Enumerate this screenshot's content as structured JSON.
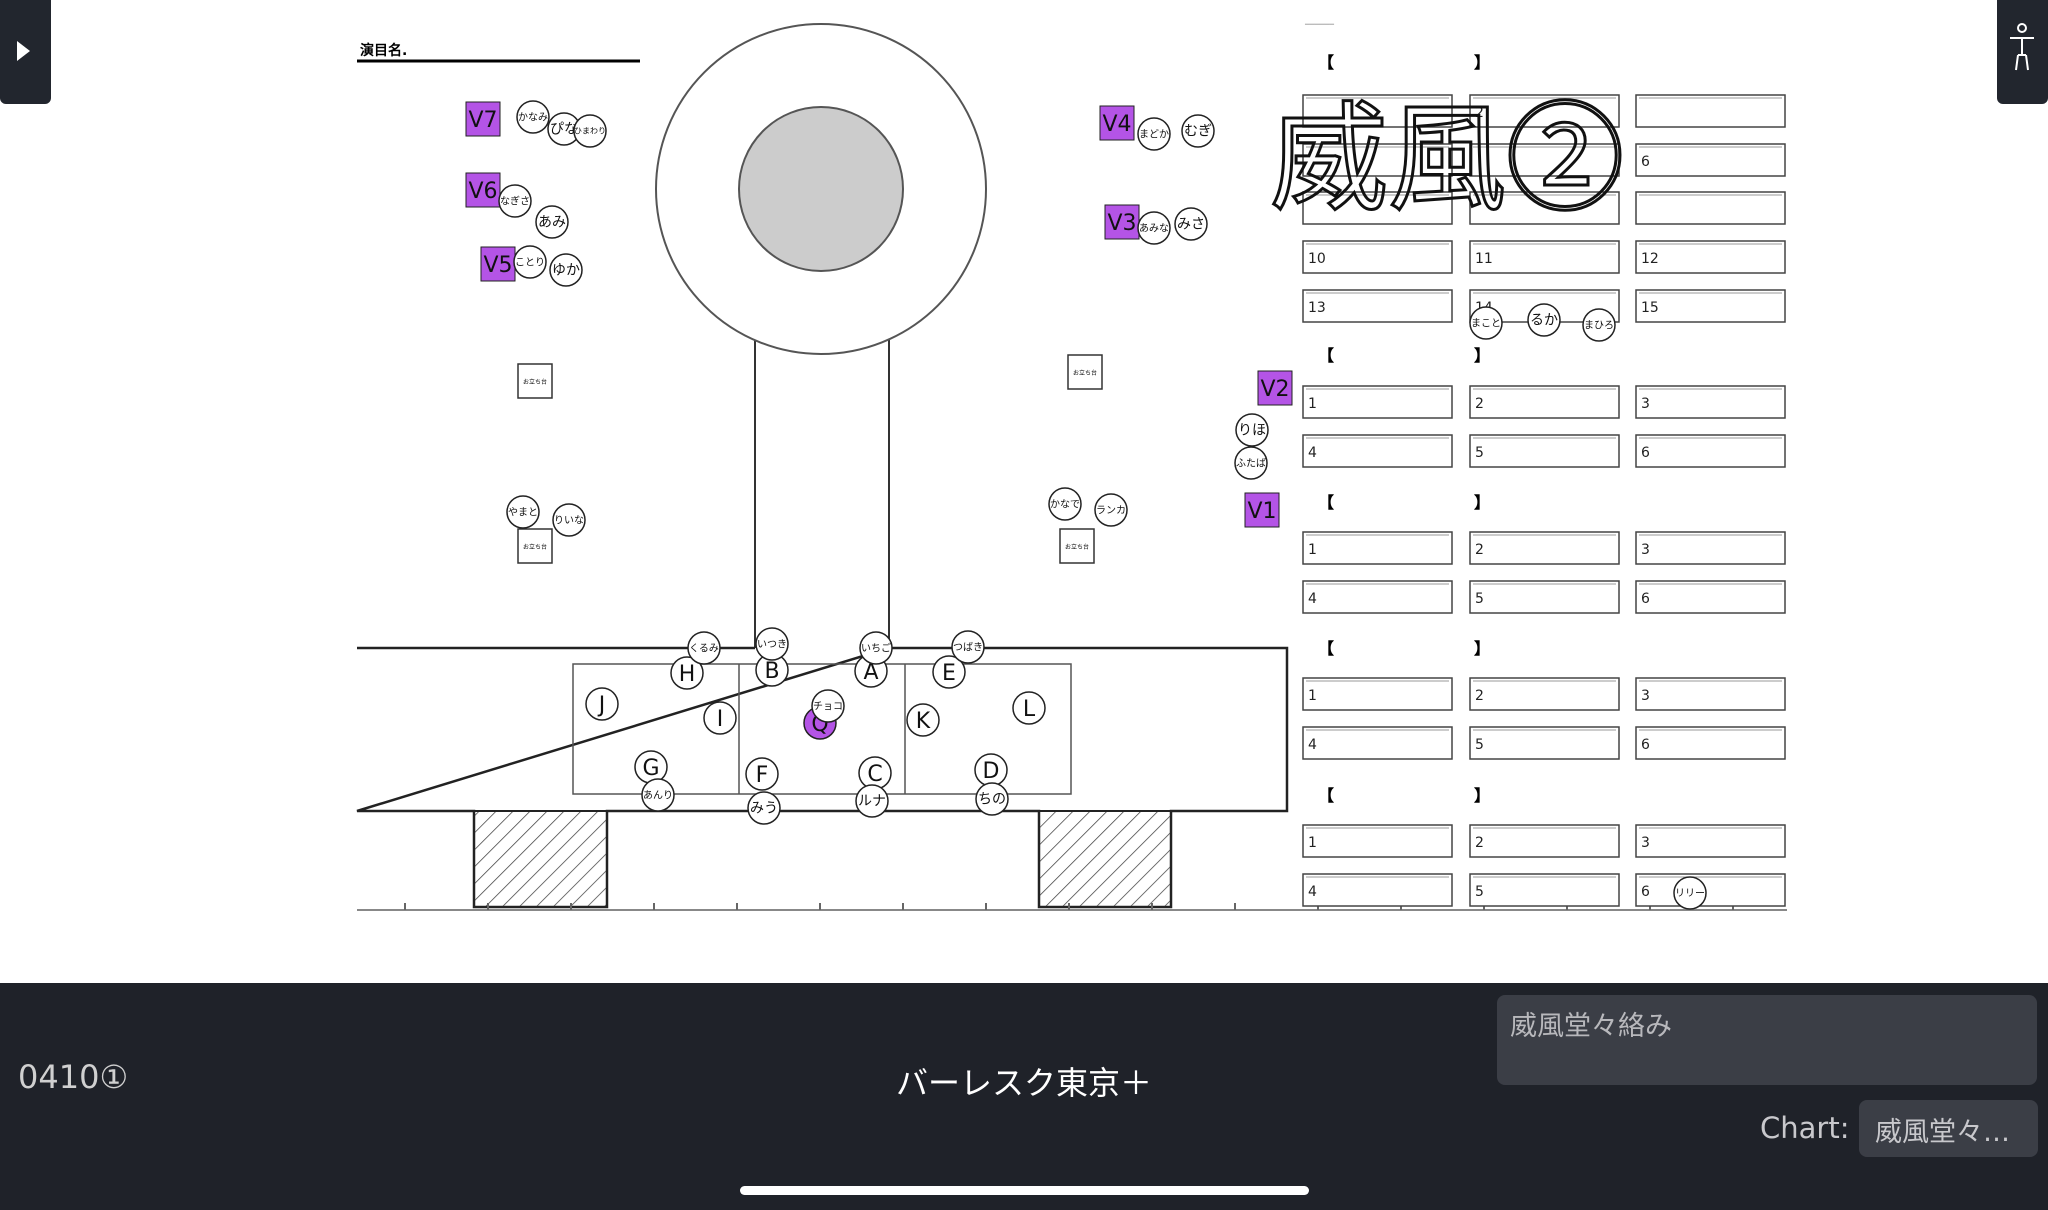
{
  "stage": {
    "program_label": "演目名.",
    "tower_line_text": "━━━━━━",
    "props": [
      "お立ち台",
      "お立ち台",
      "お立ち台",
      "お立ち台"
    ]
  },
  "vip_seats": [
    "V1",
    "V2",
    "V3",
    "V4",
    "V5",
    "V6",
    "V7"
  ],
  "stage_positions": [
    "A",
    "B",
    "C",
    "D",
    "E",
    "F",
    "G",
    "H",
    "I",
    "J",
    "K",
    "L",
    "Q"
  ],
  "performers": [
    "かなみ",
    "ぴな",
    "ひまわり",
    "なぎさ",
    "あみ",
    "ことり",
    "ゆか",
    "まどか",
    "むぎ",
    "あみな",
    "みさ",
    "まこと",
    "るか",
    "まひろ",
    "りほ",
    "ふたば",
    "かなで",
    "ランカ",
    "やまと",
    "りいな",
    "くるみ",
    "いつき",
    "いちご",
    "つばき",
    "チョコ",
    "あんり",
    "みう",
    "ルナ",
    "ちの",
    "リリー"
  ],
  "numbered_grid": {
    "bracket_open": "【",
    "bracket_close": "】",
    "rows": [
      [
        "",
        "2",
        ""
      ],
      [
        "",
        "",
        "6"
      ],
      [
        "",
        "",
        ""
      ],
      [
        "10",
        "11",
        "12"
      ],
      [
        "13",
        "14",
        "15"
      ],
      [
        "1",
        "2",
        "3"
      ],
      [
        "4",
        "5",
        "6"
      ],
      [
        "1",
        "2",
        "3"
      ],
      [
        "4",
        "5",
        "6"
      ],
      [
        "1",
        "2",
        "3"
      ],
      [
        "4",
        "5",
        "6"
      ],
      [
        "1",
        "2",
        "3"
      ],
      [
        "4",
        "5",
        "6"
      ]
    ]
  },
  "handwriting": "威風②",
  "colors": {
    "vip": "#b454e6",
    "center_circle": "#cccccc",
    "bar_bg": "#1f2229"
  },
  "bottom_bar": {
    "code": "0410①",
    "title": "バーレスク東京＋",
    "note": "威風堂々絡み",
    "chart_label": "Chart:",
    "chart_value": "威風堂々…"
  },
  "left_button_icon": "play-triangle-icon",
  "right_button_icon": "accessibility-icon"
}
